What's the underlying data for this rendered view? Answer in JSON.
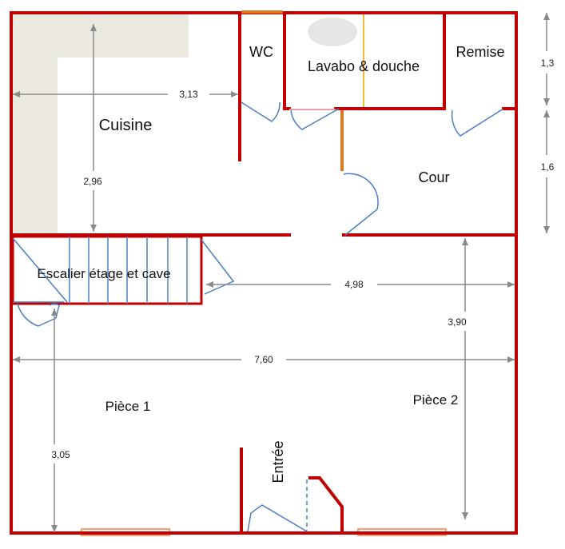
{
  "rooms": {
    "cuisine": "Cuisine",
    "wc": "WC",
    "lavabo_douche": "Lavabo & douche",
    "remise": "Remise",
    "cour": "Cour",
    "escalier": "Escalier étage et cave",
    "piece1": "Pièce 1",
    "piece2": "Pièce 2",
    "entree": "Entrée"
  },
  "dimensions": {
    "cuisine_width": "3,13",
    "cuisine_depth": "2,96",
    "remise_height": "1,3",
    "cour_height": "1,6",
    "pieces_upper_width": "4,98",
    "total_width": "7,60",
    "piece2_depth": "3,90",
    "piece1_depth": "3,05"
  },
  "colors": {
    "wall": "#c00000",
    "door": "#4a7fc1",
    "dimension": "#8a8a8a",
    "counter": "#ebe8df",
    "partition": "#d87a1e",
    "window": "#f4a070",
    "basin": "#e6e6e6"
  }
}
